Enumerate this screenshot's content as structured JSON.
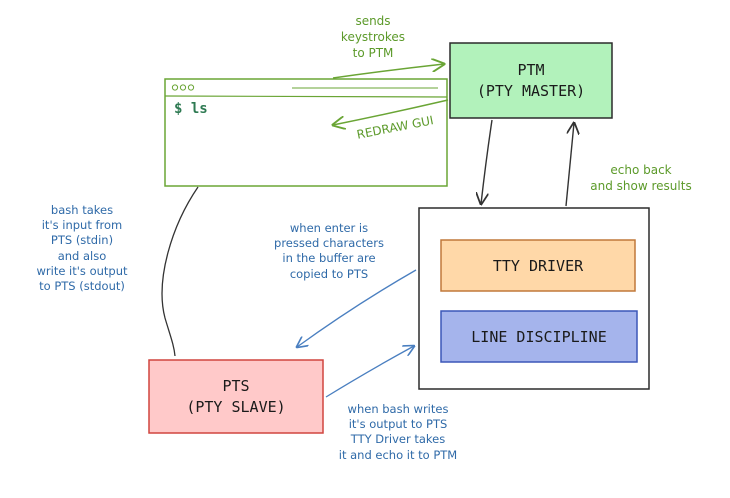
{
  "terminal": {
    "prompt": "$ ls"
  },
  "nodes": {
    "ptm": {
      "line1": "PTM",
      "line2": "(PTY MASTER)"
    },
    "tty_driver": {
      "label": "TTY DRIVER"
    },
    "line_discipline": {
      "label": "LINE DISCIPLINE"
    },
    "pts": {
      "line1": "PTS",
      "line2": "(PTY SLAVE)"
    }
  },
  "annotations": {
    "sends": [
      "sends",
      "keystrokes",
      "to PTM"
    ],
    "redraw": "REDRAW GUI",
    "echo": [
      "echo back",
      "and show results"
    ],
    "bash": [
      "bash takes",
      "it's input from",
      "PTS (stdin)",
      "and also",
      "write it's output",
      "to PTS (stdout)"
    ],
    "enter": [
      "when enter is",
      "pressed characters",
      "in the buffer are",
      "copied to PTS"
    ],
    "bashwrites": [
      "when bash writes",
      "it's output to PTS",
      "TTY Driver takes",
      "it and echo it to PTM"
    ]
  },
  "colors": {
    "ptm_fill": "#b2f2bb",
    "tty_fill": "#ffd8a8",
    "ld_fill": "#a5b4ec",
    "pts_fill": "#ffc9c9",
    "terminal_stroke": "#6aa535",
    "green_text": "#5c9a2a",
    "blue_text": "#2f6aa8"
  }
}
